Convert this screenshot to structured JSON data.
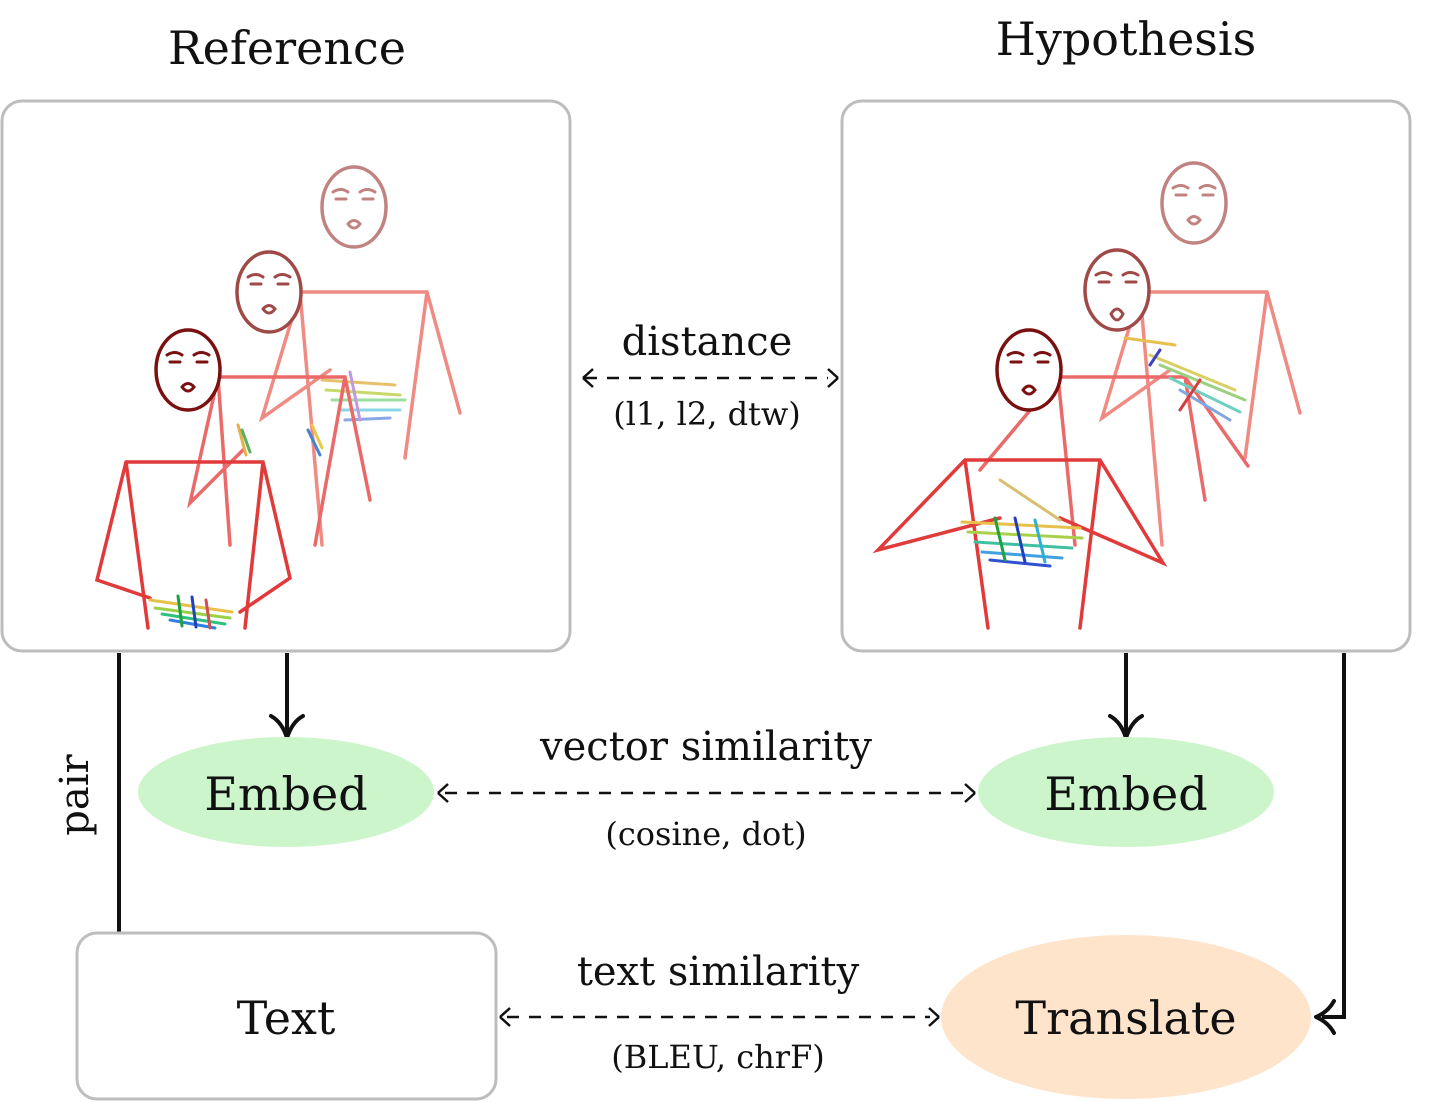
{
  "titles": {
    "reference": "Reference",
    "hypothesis": "Hypothesis"
  },
  "metrics": {
    "distance_label": "distance",
    "distance_methods": "(l1, l2, dtw)",
    "vector_label": "vector similarity",
    "vector_methods": "(cosine, dot)",
    "text_label": "text similarity",
    "text_methods": "(BLEU, chrF)"
  },
  "nodes": {
    "embed_left": "Embed",
    "embed_right": "Embed",
    "text": "Text",
    "translate": "Translate",
    "pair": "pair"
  },
  "colors": {
    "embed_fill": "#ccf5cc",
    "translate_fill": "#ffe4cc",
    "panel_border": "#bdbdbd",
    "skeleton_red": "#e03a3a",
    "face_dark": "#7a1010"
  }
}
